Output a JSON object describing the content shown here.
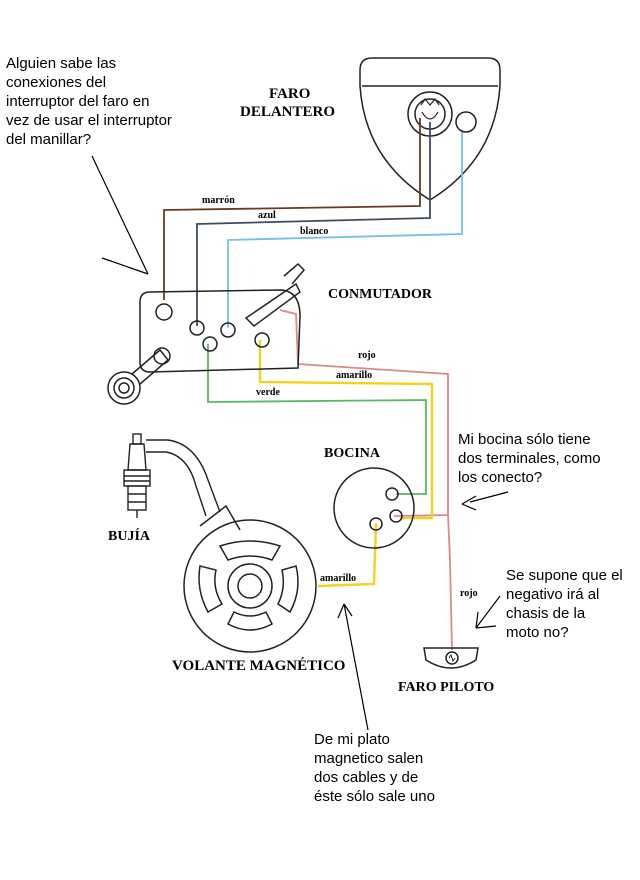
{
  "components": {
    "faro_delantero": [
      "FARO",
      "DELANTERO"
    ],
    "conmutador": "CONMUTADOR",
    "bocina": "BOCINA",
    "bujia": "BUJÍA",
    "volante": "VOLANTE MAGNÉTICO",
    "faro_piloto": "FARO PILOTO"
  },
  "wires": {
    "marron": "marrón",
    "azul": "azul",
    "blanco": "blanco",
    "rojo_top": "rojo",
    "amarillo_top": "amarillo",
    "verde": "verde",
    "amarillo_bottom": "amarillo",
    "rojo_bottom": "rojo"
  },
  "notes": {
    "top_left": "Alguien sabe las\nconexiones del\ninterruptor del faro en\nvez de usar el interruptor\ndel manillar?",
    "bocina": "Mi bocina sólo tiene\ndos terminales, como\nlos conecto?",
    "negativo": "Se supone que el\nnegativo irá al\nchasis de la\nmoto no?",
    "plato": "De mi plato\nmagnetico salen\ndos cables y de\néste sólo sale uno"
  },
  "colors": {
    "marron": "#6b3a1e",
    "azul": "#3f4a63",
    "blanco": "#6fc3e0",
    "rojo": "#d98a8a",
    "amarillo": "#f2d21b",
    "verde": "#57b865",
    "outline": "#222222"
  }
}
